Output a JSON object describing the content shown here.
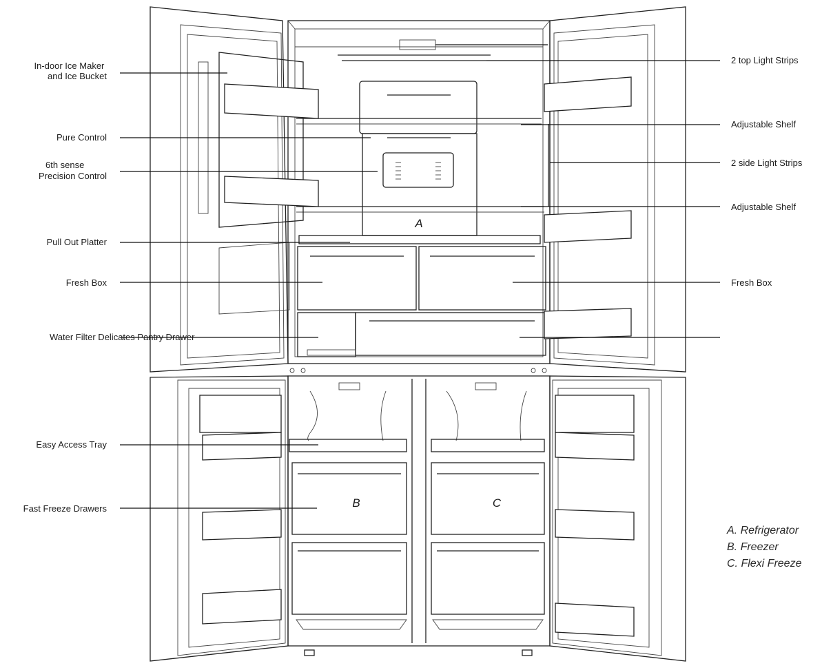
{
  "labels_left": [
    {
      "key": "ice",
      "lines": [
        "In-door Ice Maker",
        "and Ice Bucket"
      ]
    },
    {
      "key": "pure",
      "lines": [
        "Pure Control"
      ]
    },
    {
      "key": "sense",
      "lines": [
        "6th sense",
        "Precision Control"
      ]
    },
    {
      "key": "platter",
      "lines": [
        "Pull Out Platter"
      ]
    },
    {
      "key": "fresh-left",
      "lines": [
        "Fresh Box"
      ]
    },
    {
      "key": "water",
      "lines": [
        "Water Filter Delicates Pantry Drawer"
      ]
    },
    {
      "key": "tray",
      "lines": [
        "Easy Access Tray"
      ]
    },
    {
      "key": "fast",
      "lines": [
        "Fast Freeze Drawers"
      ]
    }
  ],
  "labels_right": [
    {
      "key": "top-light",
      "lines": [
        "2 top Light Strips"
      ]
    },
    {
      "key": "shelf-1",
      "lines": [
        "Adjustable Shelf"
      ]
    },
    {
      "key": "side-light",
      "lines": [
        "2 side Light Strips"
      ]
    },
    {
      "key": "shelf-2",
      "lines": [
        "Adjustable Shelf"
      ]
    },
    {
      "key": "fresh-right",
      "lines": [
        "Fresh Box"
      ]
    }
  ],
  "zones": {
    "a": "A",
    "b": "B",
    "c": "C"
  },
  "legend": [
    "A. Refrigerator",
    "B. Freezer",
    "C. Flexi Freeze"
  ]
}
